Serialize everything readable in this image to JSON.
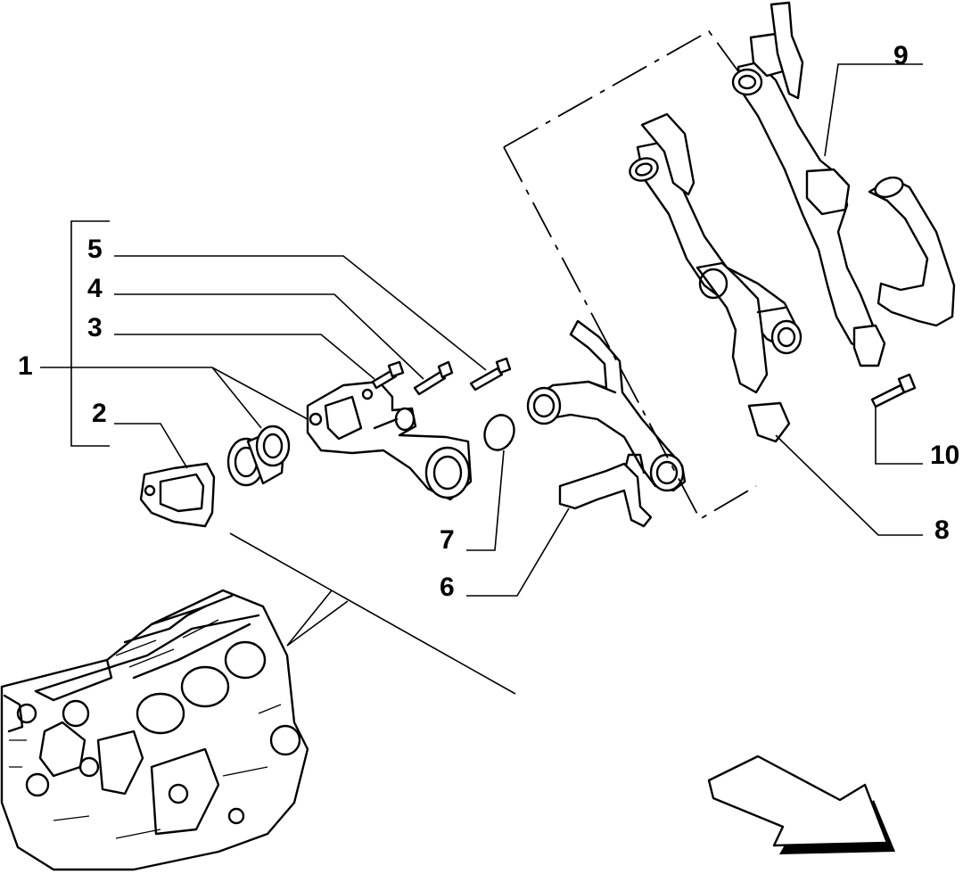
{
  "callouts": [
    {
      "id": "c1",
      "label": "1"
    },
    {
      "id": "c2",
      "label": "2"
    },
    {
      "id": "c3",
      "label": "3"
    },
    {
      "id": "c4",
      "label": "4"
    },
    {
      "id": "c5",
      "label": "5"
    },
    {
      "id": "c6",
      "label": "6"
    },
    {
      "id": "c7",
      "label": "7"
    },
    {
      "id": "c8",
      "label": "8"
    },
    {
      "id": "c9",
      "label": "9"
    },
    {
      "id": "c10",
      "label": "10"
    }
  ],
  "colors": {
    "line": "#000000",
    "background": "#ffffff"
  },
  "icons": {
    "direction": "direction-arrow-icon"
  }
}
